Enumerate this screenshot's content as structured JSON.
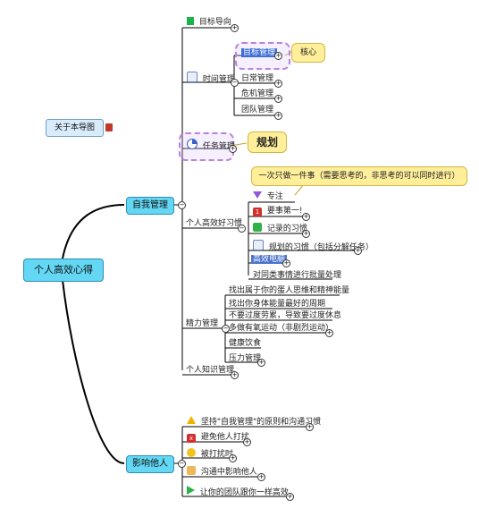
{
  "root": {
    "label": "个人高效心得"
  },
  "about": {
    "label": "关于本导图"
  },
  "branches": {
    "self": {
      "label": "自我管理"
    },
    "influence": {
      "label": "影响他人"
    }
  },
  "self_items": {
    "goal": "目标导向",
    "time": "时间管理",
    "time_children": [
      "目标管理",
      "日常管理",
      "危机管理",
      "团队管理"
    ],
    "task": "任务管理",
    "habits": "个人高效好习惯",
    "habit_children": [
      "专注",
      "要事第一!",
      "记录的习惯",
      "规划的习惯（包括分解任务）",
      "高效电脑",
      "对同类事情进行批量处理"
    ],
    "energy": "精力管理",
    "energy_children": [
      "找出属于你的蛋人思维和精神能量",
      "找出你身体能量最好的周期",
      "不要过度劳累，导致要过度休息",
      "多做有氧运动（非剧烈运动）",
      "健康饮食",
      "压力管理"
    ],
    "knowledge": "个人知识管理"
  },
  "influence_items": [
    "坚持\"自我管理\"的原则和沟通习惯",
    "避免他人打扰",
    "被打扰时",
    "沟通中影响他人",
    "让你的团队跟你一样高效"
  ],
  "callouts": {
    "core": "核心",
    "plan": "规划",
    "one_thing": "一次只做一件事（需要思考的，非思考的可以同时进行）"
  },
  "colors": {
    "branch_fill": "#63d7f3",
    "callout_fill": "#ffef9b",
    "highlight": "#3b6fd6",
    "dashed_border": "#b982e0"
  }
}
